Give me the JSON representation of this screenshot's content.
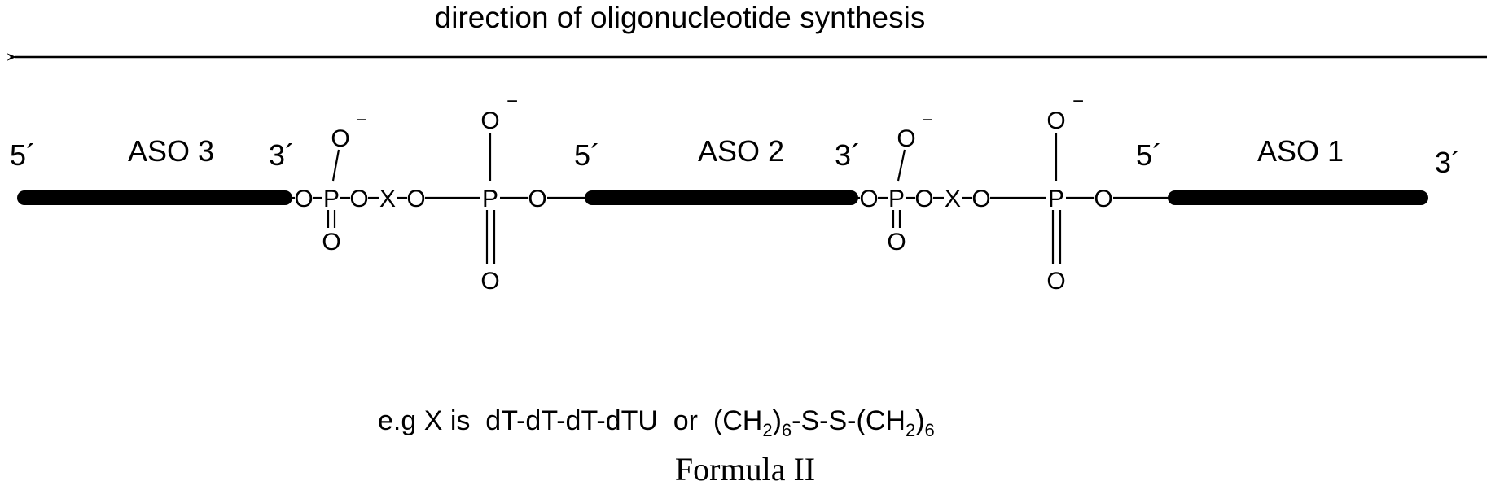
{
  "header": {
    "direction_text": "direction of oligonucleotide synthesis"
  },
  "strands": [
    {
      "name": "ASO 3",
      "five_prime": "5´",
      "three_prime": "3´"
    },
    {
      "name": "ASO 2",
      "five_prime": "5´",
      "three_prime": "3´"
    },
    {
      "name": "ASO 1",
      "five_prime": "5´",
      "three_prime": "3´"
    }
  ],
  "atoms": {
    "oxygen": "O",
    "phosphorus": "P",
    "linker": "X",
    "charge": "−"
  },
  "footnote": {
    "prefix": "e.g X is  dT-dT-dT-dTU  or  ",
    "ch": "(CH",
    "sub2": "2",
    "close": ")",
    "sub6": "6",
    "ss": "-S-S-"
  },
  "caption": "Formula II"
}
